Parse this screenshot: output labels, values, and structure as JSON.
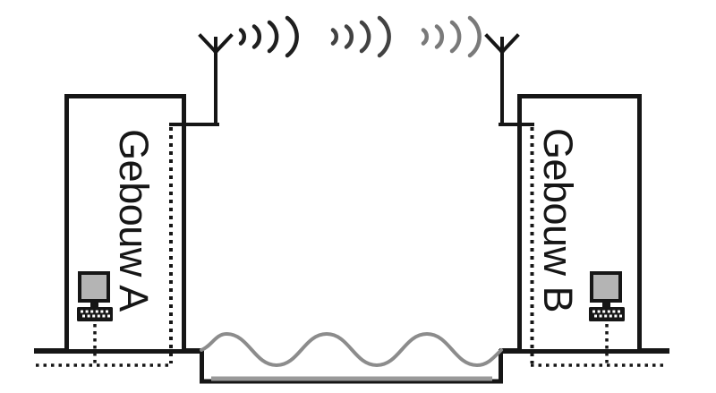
{
  "diagram": {
    "buildings": [
      {
        "id": "A",
        "label": "Gebouw A"
      },
      {
        "id": "B",
        "label": "Gebouw B"
      }
    ],
    "colors": {
      "ink": "#161616",
      "signal_near": "#1f1f1f",
      "signal_mid": "#424242",
      "signal_far": "#7a7a7a",
      "water": "#8c8c8c",
      "riverbed": "#999999",
      "screen": "#b4b4b4",
      "background": "#ffffff"
    },
    "icons": {
      "antenna": "antenna-icon",
      "radio_waves": "radio-waves-icon",
      "computer": "desktop-computer-icon",
      "water_wave": "water-wave-icon",
      "keyboard": "keyboard-icon"
    }
  }
}
